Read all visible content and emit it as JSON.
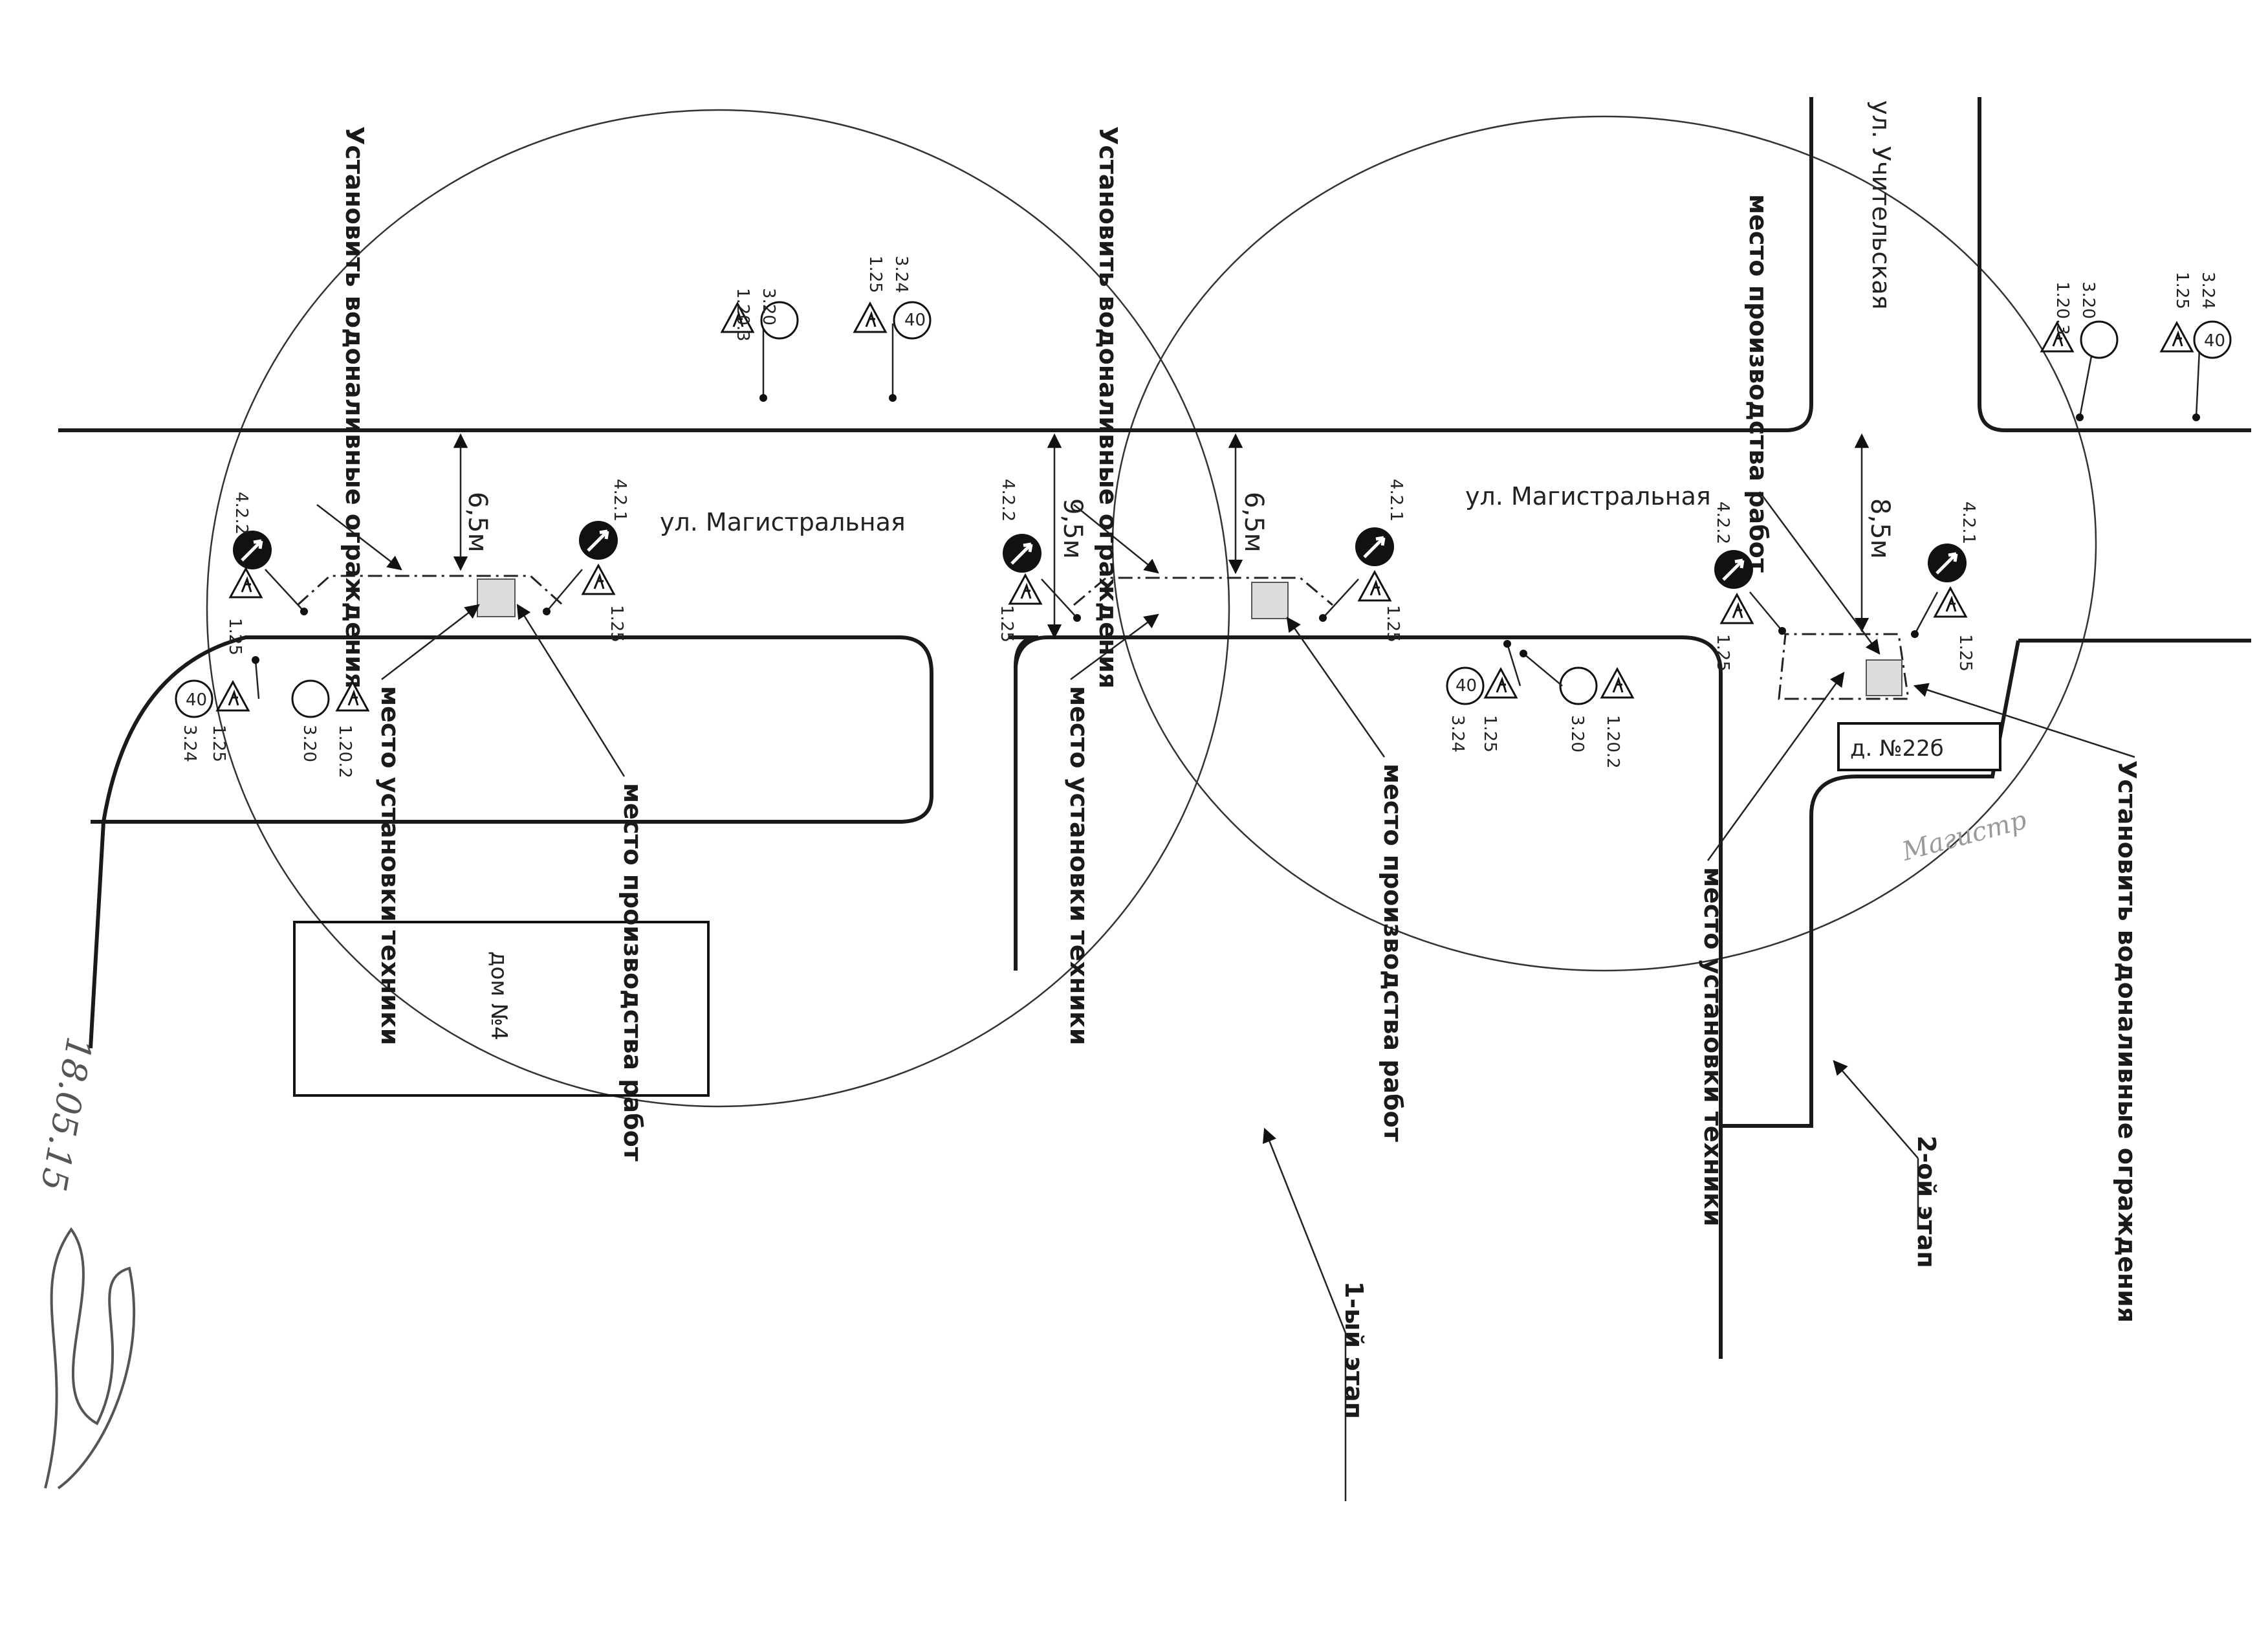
{
  "streets": {
    "main": "ул. Магистральная",
    "cross": "ул. Учительская"
  },
  "labels": {
    "barrier": "Установить водоналивные ограждения",
    "work_site": "место производства работ",
    "machinery": "место установки техники",
    "stage1": "1-ый этап",
    "stage2": "2-ой этап"
  },
  "dimensions": {
    "width_65": "6,5м",
    "width_85": "8,5м",
    "width_95": "9,5м"
  },
  "buildings": {
    "house4": "дом №4",
    "house22b": "д. №22б"
  },
  "signs": {
    "s1203": "1.20.3",
    "s1202": "1.20.2",
    "s320": "3.20",
    "s125": "1.25",
    "s324": "3.24",
    "s421": "4.2.1",
    "s422": "4.2.2",
    "speed": "40"
  },
  "annotations": {
    "handwritten": "Магистр",
    "margin_date": "18.05.15"
  }
}
